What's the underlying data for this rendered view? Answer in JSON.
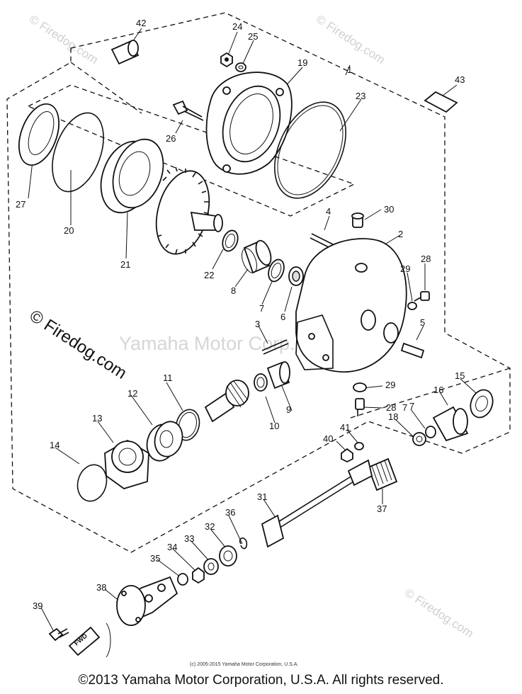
{
  "watermark": {
    "center": "Yamaha Motor Corp. U.S.A.",
    "side": "© Firedog.com",
    "corner": "© Firedog.com"
  },
  "small_copyright": "(c) 2005-2015 Yamaha Motor Corporation, U.S.A.",
  "footer": "©2013 Yamaha Motor Corporation, U.S.A. All rights reserved.",
  "fwd_label": "FWD",
  "callouts": [
    "1",
    "2",
    "3",
    "4",
    "5",
    "6",
    "7",
    "8",
    "9",
    "10",
    "11",
    "12",
    "13",
    "14",
    "15",
    "16",
    "17",
    "18",
    "19",
    "20",
    "21",
    "22",
    "23",
    "24",
    "25",
    "26",
    "27",
    "28",
    "29",
    "29",
    "28",
    "30",
    "31",
    "32",
    "33",
    "34",
    "35",
    "36",
    "37",
    "38",
    "39",
    "40",
    "41",
    "42",
    "43",
    "7"
  ]
}
